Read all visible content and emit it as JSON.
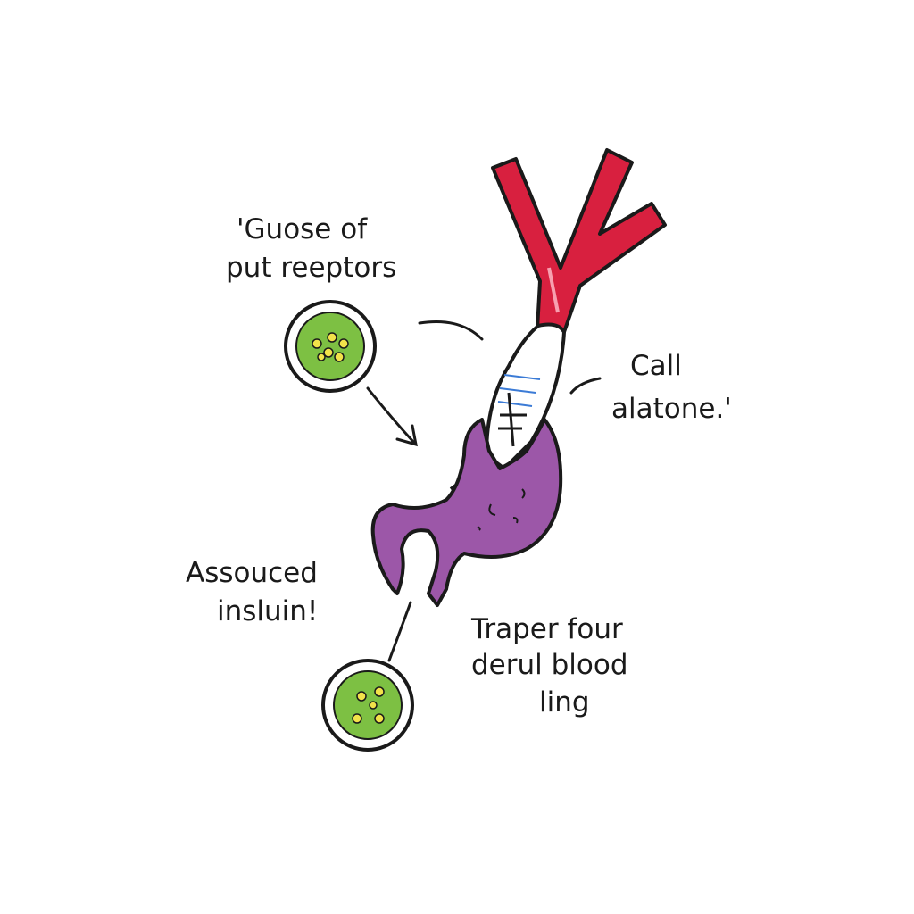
{
  "labels": {
    "top_left": [
      "'Guose of",
      "put reeptors"
    ],
    "right": [
      "Call",
      "alatone.'"
    ],
    "bottom_left": [
      "Assouced",
      "insluin!"
    ],
    "bottom_right": [
      "Traper four",
      "derul blood",
      "ling"
    ]
  },
  "colors": {
    "vessel": "#d8203f",
    "stomach": "#9c57a8",
    "cell": "#7dc043",
    "granule": "#f2e24a",
    "tube": "#ffffff",
    "tube_accent": "#3b7bd6"
  }
}
